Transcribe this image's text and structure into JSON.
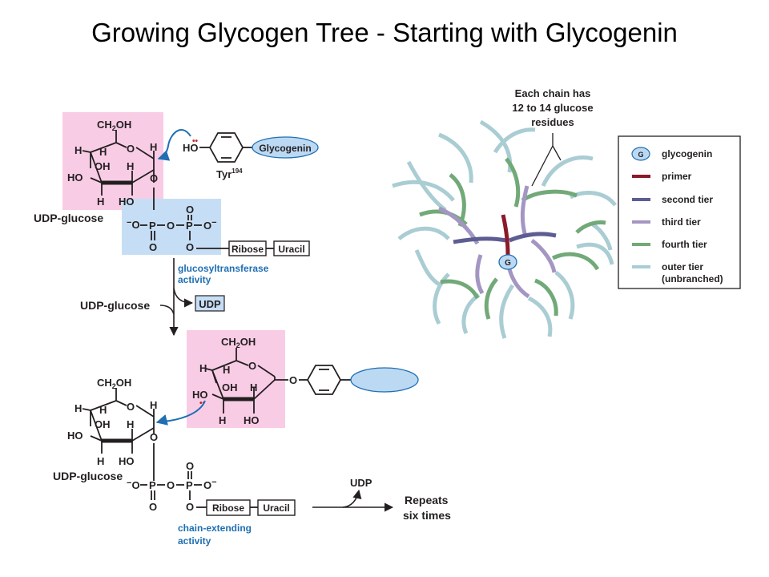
{
  "title": "Growing Glycogen Tree - Starting with Glycogenin",
  "colors": {
    "pink_box": "#f9cce6",
    "blue_box": "#c6def5",
    "glycogenin_fill": "#bcd9f3",
    "arrow_blue": "#1f6fb2",
    "primer": "#8b1a2a",
    "second_tier": "#5d5d93",
    "third_tier": "#a496c3",
    "fourth_tier": "#72a978",
    "outer_tier": "#a9cdd3"
  },
  "atoms": {
    "ch2oh_c": "CH",
    "ch2oh_sub": "2",
    "ch2oh_oh": "OH",
    "h": "H",
    "ho": "HO",
    "oh": "OH",
    "o": "O",
    "p": "P",
    "o_minus": "O",
    "minus": "−",
    "ho_tyr": "HO",
    "lone_pair": "••"
  },
  "reaction": {
    "glycogenin_label": "Glycogenin",
    "tyr_label": "Tyr",
    "tyr_superscript": "194",
    "udp_glucose_1": "UDP-glucose",
    "ribose": "Ribose",
    "uracil": "Uracil",
    "glucosyltransferase_line1": "glucosyltransferase",
    "glucosyltransferase_line2": "activity",
    "udp_glucose_2": "UDP-glucose",
    "udp": "UDP",
    "udp_glucose_3": "UDP-glucose",
    "chain_extending_line1": "chain-extending",
    "chain_extending_line2": "activity",
    "udp_bottom": "UDP",
    "repeats_line1": "Repeats",
    "repeats_line2": "six times"
  },
  "tree": {
    "chain_note": [
      "Each chain has",
      "12 to 14 glucose",
      "residues"
    ],
    "center_label": "G"
  },
  "legend": {
    "items": [
      {
        "key": "glycogenin",
        "label": "glycogenin",
        "symbol": "G"
      },
      {
        "key": "primer",
        "label": "primer"
      },
      {
        "key": "second_tier",
        "label": "second tier"
      },
      {
        "key": "third_tier",
        "label": "third tier"
      },
      {
        "key": "fourth_tier",
        "label": "fourth tier"
      },
      {
        "key": "outer_tier",
        "label": "outer tier",
        "label2": "(unbranched)"
      }
    ]
  }
}
